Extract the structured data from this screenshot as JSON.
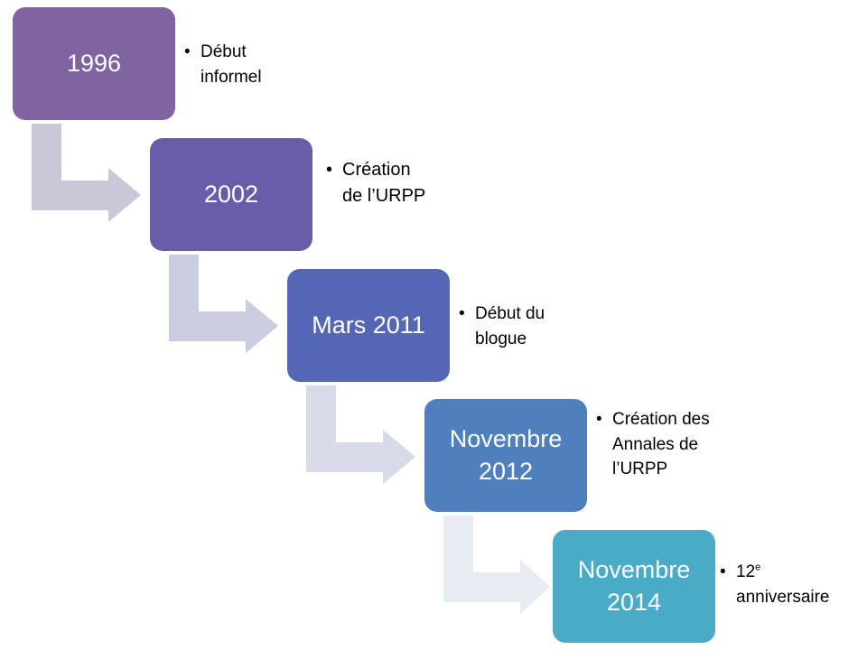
{
  "steps": [
    {
      "title": "1996",
      "title2": "",
      "text": "Début informel",
      "color": "#8064a2",
      "arrow_color": "#cbc7d9"
    },
    {
      "title": "2002",
      "title2": "",
      "text": "Création de l’URPP",
      "color": "#6a5ca9",
      "arrow_color": "#cdcde1"
    },
    {
      "title": "Mars 2011",
      "title2": "",
      "text": "Début du blogue",
      "color": "#5566b4",
      "arrow_color": "#d6dae9"
    },
    {
      "title": "Novembre",
      "title2": "2012",
      "text": "Création des Annales de l’URPP",
      "color": "#4f80bd",
      "arrow_color": "#e7ecf2"
    },
    {
      "title": "Novembre",
      "title2": "2014",
      "text_num": "12",
      "text_sup": "e",
      "text": "anniversaire",
      "color": "#4aabc6"
    }
  ],
  "bullet": "•"
}
